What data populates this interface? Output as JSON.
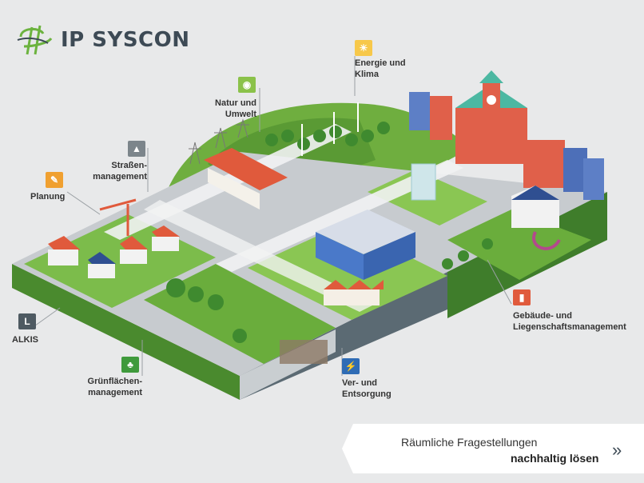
{
  "brand": {
    "name": "IP SYSCON",
    "colors": {
      "green": "#8bc24a",
      "dark": "#3d4a55"
    }
  },
  "labels": {
    "energie": [
      "Energie und",
      "Klima"
    ],
    "natur": [
      "Natur und",
      "Umwelt"
    ],
    "strassen": [
      "Straßen-",
      "management"
    ],
    "planung": [
      "Planung"
    ],
    "alkis": [
      "ALKIS"
    ],
    "gruen": [
      "Grünflächen-",
      "management"
    ],
    "ver": [
      "Ver- und",
      "Entsorgung"
    ],
    "gebaeude": [
      "Gebäude- und",
      "Liegenschaftsmanagement"
    ]
  },
  "icons": {
    "energie": "sun-icon",
    "natur": "owl-icon",
    "strassen": "road-icon",
    "planung": "drafting-icon",
    "alkis": "cadastre-icon",
    "gruen": "trees-icon",
    "ver": "power-pylon-icon",
    "gebaeude": "buildings-icon"
  },
  "cta": {
    "line1": "Räumliche Fragestellungen",
    "line2": "nachhaltig lösen",
    "arrow": "»"
  }
}
